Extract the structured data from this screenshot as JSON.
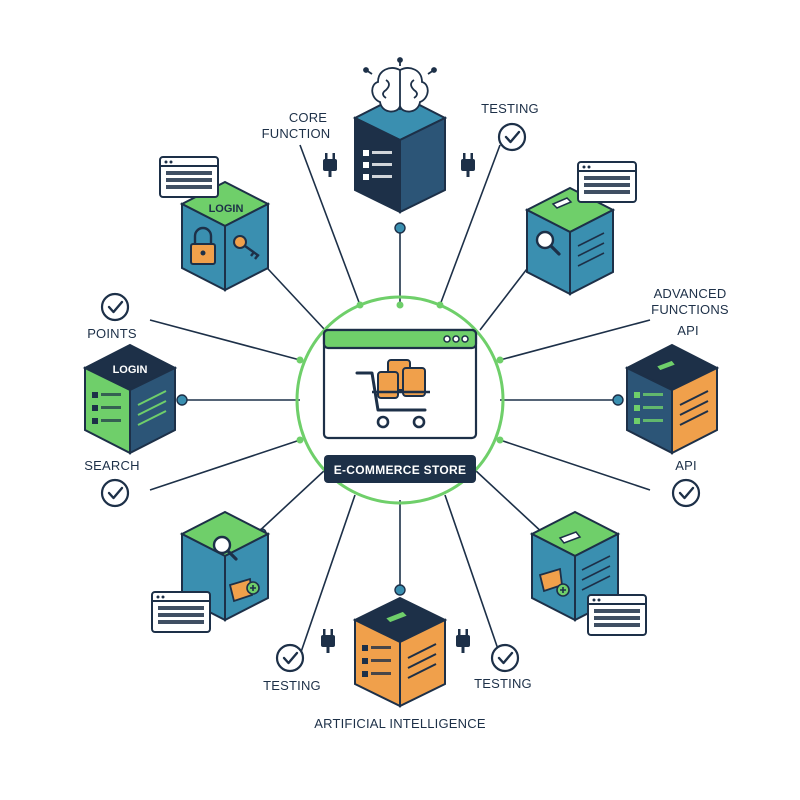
{
  "diagram": {
    "center": {
      "badge_label": "E-COMMERCE STORE"
    },
    "labels": {
      "core_function": [
        "CORE",
        "FUNCTION"
      ],
      "testing_top": "TESTING",
      "advanced_functions": [
        "ADVANCED",
        "FUNCTIONS"
      ],
      "api_upper": "API",
      "api_lower": "API",
      "points": "POINTS",
      "search": "SEARCH",
      "testing_bottom_left": "TESTING",
      "testing_bottom_right": "TESTING",
      "artificial_intelligence": "ARTIFICIAL INTELLIGENCE"
    },
    "cube_labels": {
      "login_top_left": "LOGIN",
      "login_left": "LOGIN"
    },
    "icons": [
      "brain-icon",
      "plug-icon",
      "check-icon",
      "padlock-icon",
      "key-icon",
      "magnifier-icon",
      "shopping-cart-icon",
      "browser-window-icon",
      "keyboard-icon"
    ],
    "colors": {
      "navy": "#1d3048",
      "green": "#5cb85c",
      "teal": "#3a8fb0",
      "orange": "#f0a04b",
      "light_green": "#6fcf6a"
    }
  }
}
